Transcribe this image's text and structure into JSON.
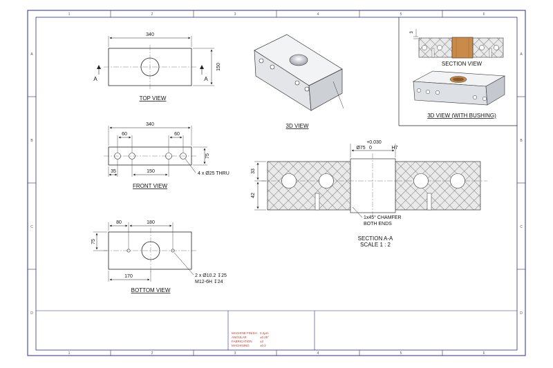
{
  "colors": {
    "frame": "#2b2b8a",
    "hatch": "#999999",
    "bushing": "#c98a4a",
    "note_text": "#c0392b"
  },
  "zones": {
    "columns": [
      "1",
      "2",
      "3",
      "4",
      "5",
      "6"
    ],
    "rows": [
      "A",
      "B",
      "C",
      "D"
    ]
  },
  "top_view": {
    "title": "TOP VIEW",
    "width": "340",
    "height": "150",
    "cut_left": "A",
    "cut_right": "A"
  },
  "iso_view": {
    "title": "3D VIEW"
  },
  "section_view": {
    "title": "SECTION VIEW",
    "dim": "3"
  },
  "iso_bushing": {
    "title": "3D VIEW (WITH BUSHING)"
  },
  "front_view": {
    "title": "FRONT VIEW",
    "width": "340",
    "left_pitch": "60",
    "right_pitch": "60",
    "edge": "35",
    "center": "150",
    "height": "75",
    "holes_note": "4 x Ø25 THRU"
  },
  "section_aa": {
    "title": "SECTION A-A",
    "scale": "SCALE 1 : 2",
    "tol_upper": "+0.030",
    "tol_lower": "0",
    "bore": "Ø75",
    "fit": "H7",
    "upper_height": "33",
    "lower_height": "42",
    "chamfer_line1": "1x45° CHAMFER",
    "chamfer_line2": "BOTH ENDS"
  },
  "bottom_view": {
    "title": "BOTTOM VIEW",
    "dim_80": "80",
    "dim_180": "180",
    "dim_75": "75",
    "dim_170": "170",
    "tap_line1": "2 x Ø10.2 ↧25",
    "tap_line2": "M12-6H ↧24"
  },
  "notes": [
    {
      "label": "MACHINE FINISH",
      "value": "3.2µm"
    },
    {
      "label": "ANGULAR",
      "value": "±0.25°"
    },
    {
      "label": "FABRICATION",
      "value": "±2"
    },
    {
      "label": "MACHINING",
      "value": "±0.2"
    }
  ]
}
